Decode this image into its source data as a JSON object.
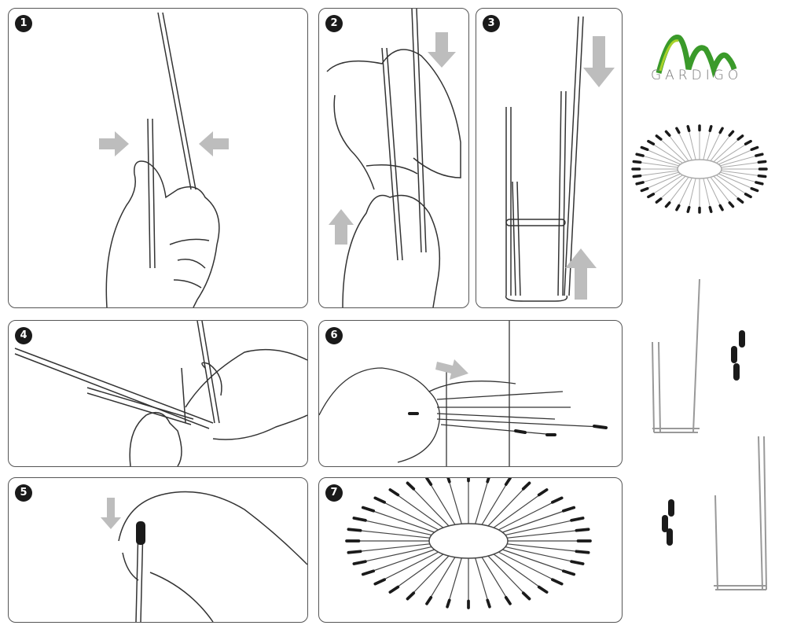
{
  "brand": {
    "name": "GARDIGO",
    "colors": {
      "green_dark": "#2e8b2e",
      "green_light": "#a8d22a"
    }
  },
  "steps": [
    {
      "number": "1"
    },
    {
      "number": "2"
    },
    {
      "number": "3"
    },
    {
      "number": "4"
    },
    {
      "number": "6"
    },
    {
      "number": "5"
    },
    {
      "number": "7"
    }
  ],
  "colors": {
    "line": "#333333",
    "arrow": "#bdbdbd",
    "tip": "#1a1a1a"
  }
}
